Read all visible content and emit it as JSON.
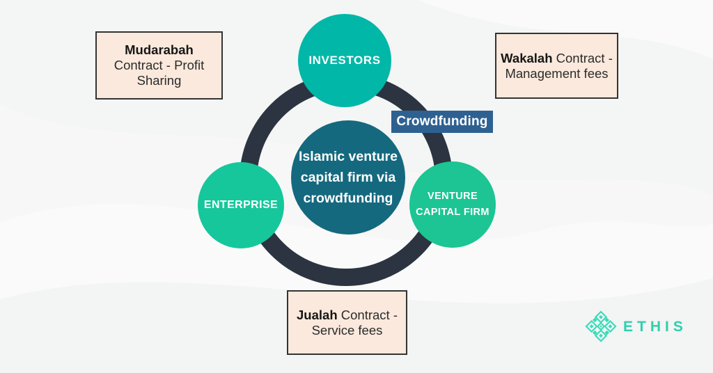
{
  "page": {
    "background": "#f4f5f5"
  },
  "diagram": {
    "ring_color": "#2b3440",
    "hub": {
      "color": "#15697f",
      "line1": "Islamic venture",
      "line2": "capital firm via",
      "line3": "crowdfunding"
    },
    "nodes": {
      "investors": {
        "label": "INVESTORS",
        "color": "#00b7a8"
      },
      "enterprise": {
        "label": "ENTERPRISE",
        "color": "#16c79b"
      },
      "venture": {
        "color": "#1cc593",
        "line1": "VENTURE",
        "line2": "CAPITAL FIRM"
      }
    },
    "tag": {
      "label": "Crowdfunding",
      "color": "#2e6191",
      "text_color": "#ffffff"
    },
    "boxes": {
      "fill": "#fae9dc",
      "border_color": "#333333",
      "mudarabah": {
        "term": "Mudarabah",
        "line2": "Contract - Profit",
        "line3": "Sharing"
      },
      "wakalah": {
        "term": "Wakalah",
        "line1_rest": " Contract -",
        "line2": "Management fees"
      },
      "jualah": {
        "term": "Jualah",
        "line1_rest": " Contract -",
        "line2": "Service fees"
      }
    }
  },
  "logo": {
    "wordmark": "ETHIS",
    "color": "#2ed0ad",
    "icon": "ethis-geometric-flower-icon"
  }
}
